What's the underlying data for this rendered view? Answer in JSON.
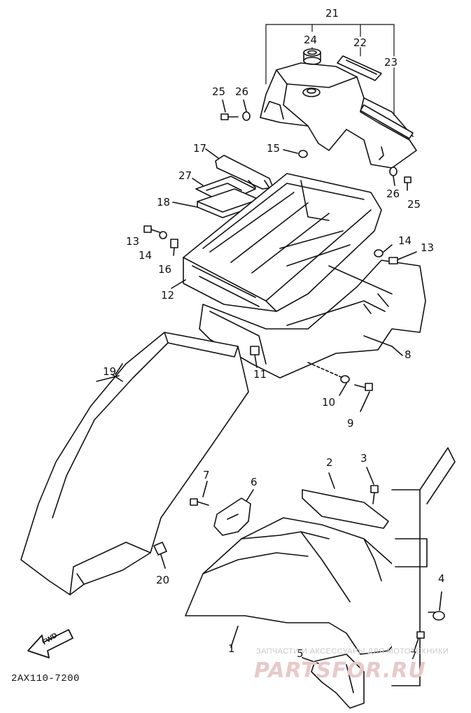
{
  "diagram": {
    "part_code": "2AX110-7200",
    "watermark_line1": "ЗАПЧАСТИ И АКСЕССУАРЫ ДЛЯ МОТОТЕХНИКИ",
    "watermark_line2": "PARTSFOR.RU",
    "direction_label": "FWD",
    "callouts": [
      {
        "id": "c21",
        "label": "21"
      },
      {
        "id": "c24",
        "label": "24"
      },
      {
        "id": "c22",
        "label": "22"
      },
      {
        "id": "c23",
        "label": "23"
      },
      {
        "id": "c25a",
        "label": "25"
      },
      {
        "id": "c26a",
        "label": "26"
      },
      {
        "id": "c17",
        "label": "17"
      },
      {
        "id": "c15",
        "label": "15"
      },
      {
        "id": "c27",
        "label": "27"
      },
      {
        "id": "c18",
        "label": "18"
      },
      {
        "id": "c26b",
        "label": "26"
      },
      {
        "id": "c25b",
        "label": "25"
      },
      {
        "id": "c13a",
        "label": "13"
      },
      {
        "id": "c14a",
        "label": "14"
      },
      {
        "id": "c16",
        "label": "16"
      },
      {
        "id": "c14b",
        "label": "14"
      },
      {
        "id": "c13b",
        "label": "13"
      },
      {
        "id": "c12",
        "label": "12"
      },
      {
        "id": "c8",
        "label": "8"
      },
      {
        "id": "c19",
        "label": "19"
      },
      {
        "id": "c11",
        "label": "11"
      },
      {
        "id": "c10",
        "label": "10"
      },
      {
        "id": "c9",
        "label": "9"
      },
      {
        "id": "c2",
        "label": "2"
      },
      {
        "id": "c3",
        "label": "3"
      },
      {
        "id": "c7a",
        "label": "7"
      },
      {
        "id": "c6",
        "label": "6"
      },
      {
        "id": "c4",
        "label": "4"
      },
      {
        "id": "c20",
        "label": "20"
      },
      {
        "id": "c1",
        "label": "1"
      },
      {
        "id": "c5",
        "label": "5"
      },
      {
        "id": "c7b",
        "label": "7"
      }
    ]
  }
}
